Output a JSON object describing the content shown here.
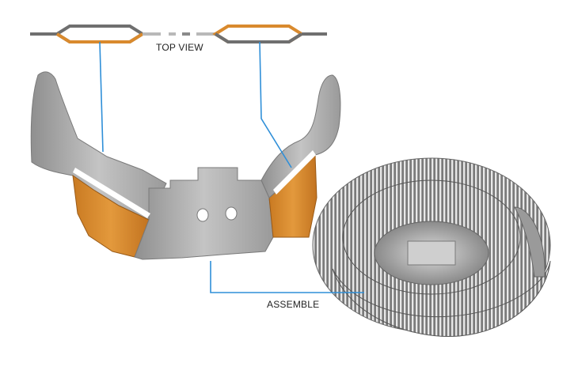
{
  "labels": {
    "top_view": "TOP VIEW",
    "assemble": "ASSEMBLE"
  },
  "colors": {
    "leader_line": "#2f8fd8",
    "copper": "#d98a2e",
    "aluminium_light": "#b9b9b9",
    "aluminium_dark": "#7d7d7d",
    "profile_line": "#6f6f6f"
  },
  "icons": {
    "bent_sheet": "bent-fin-sheet-illustration",
    "cooler": "circular-fin-cooler-illustration"
  }
}
